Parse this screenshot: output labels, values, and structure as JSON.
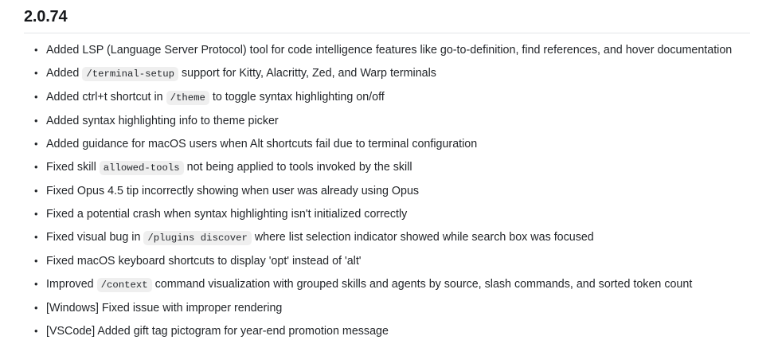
{
  "release": {
    "version": "2.0.74",
    "items": [
      {
        "parts": [
          {
            "type": "text",
            "value": "Added LSP (Language Server Protocol) tool for code intelligence features like go-to-definition, find references, and hover documentation"
          }
        ]
      },
      {
        "parts": [
          {
            "type": "text",
            "value": "Added "
          },
          {
            "type": "code",
            "value": "/terminal-setup"
          },
          {
            "type": "text",
            "value": " support for Kitty, Alacritty, Zed, and Warp terminals"
          }
        ]
      },
      {
        "parts": [
          {
            "type": "text",
            "value": "Added ctrl+t shortcut in "
          },
          {
            "type": "code",
            "value": "/theme"
          },
          {
            "type": "text",
            "value": " to toggle syntax highlighting on/off"
          }
        ]
      },
      {
        "parts": [
          {
            "type": "text",
            "value": "Added syntax highlighting info to theme picker"
          }
        ]
      },
      {
        "parts": [
          {
            "type": "text",
            "value": "Added guidance for macOS users when Alt shortcuts fail due to terminal configuration"
          }
        ]
      },
      {
        "parts": [
          {
            "type": "text",
            "value": "Fixed skill "
          },
          {
            "type": "code",
            "value": "allowed-tools"
          },
          {
            "type": "text",
            "value": " not being applied to tools invoked by the skill"
          }
        ]
      },
      {
        "parts": [
          {
            "type": "text",
            "value": "Fixed Opus 4.5 tip incorrectly showing when user was already using Opus"
          }
        ]
      },
      {
        "parts": [
          {
            "type": "text",
            "value": "Fixed a potential crash when syntax highlighting isn't initialized correctly"
          }
        ]
      },
      {
        "parts": [
          {
            "type": "text",
            "value": "Fixed visual bug in "
          },
          {
            "type": "code",
            "value": "/plugins discover"
          },
          {
            "type": "text",
            "value": " where list selection indicator showed while search box was focused"
          }
        ]
      },
      {
        "parts": [
          {
            "type": "text",
            "value": "Fixed macOS keyboard shortcuts to display 'opt' instead of 'alt'"
          }
        ]
      },
      {
        "parts": [
          {
            "type": "text",
            "value": "Improved "
          },
          {
            "type": "code",
            "value": "/context"
          },
          {
            "type": "text",
            "value": " command visualization with grouped skills and agents by source, slash commands, and sorted token count"
          }
        ]
      },
      {
        "parts": [
          {
            "type": "text",
            "value": "[Windows] Fixed issue with improper rendering"
          }
        ]
      },
      {
        "parts": [
          {
            "type": "text",
            "value": "[VSCode] Added gift tag pictogram for year-end promotion message"
          }
        ]
      }
    ]
  }
}
